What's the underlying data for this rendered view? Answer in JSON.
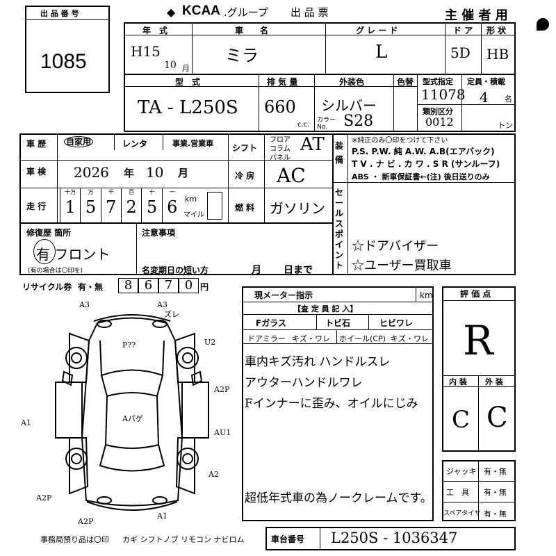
{
  "header": {
    "lot_label": "出 品 番 号",
    "lot_number": "1085",
    "org": "KCAA",
    "org_suffix": ".グループ",
    "form_title": "出 品 票",
    "copy_label": "主 催 者 用"
  },
  "row1": {
    "year_label": "年　式",
    "year_value": "H15",
    "year_month": "10",
    "month_unit": "月",
    "model_label": "車　　名",
    "model_value": "ミラ",
    "grade_label": "グ レ ー ド",
    "grade_value": "L",
    "door_label": "ド ア",
    "door_value": "5D",
    "body_label": "形 状",
    "body_value": "HB"
  },
  "row2": {
    "type_label": "型　式",
    "type_value": "TA - L250S",
    "disp_label": "排 気 量",
    "disp_value": "660",
    "disp_unit": "c.c.",
    "color_label": "外装色",
    "color_value": "シルバー",
    "color_no_label": "カラー No.",
    "color_no_value": "S28",
    "repaint_label": "色替",
    "type_designation_label": "型式指定",
    "type_designation_value": "11078",
    "class_label": "類別区分",
    "class_value": "0012",
    "capacity_label": "定員・積載",
    "capacity_value": "4",
    "capacity_unit": "名",
    "load_unit": "トン"
  },
  "history": {
    "label": "車 歴",
    "opt_private": "自家用",
    "opt_rental": "レンタ",
    "opt_business": "事業.営業車"
  },
  "shift": {
    "label": "シフト",
    "opts": [
      "フロア",
      "コラム",
      "パネル"
    ],
    "value": "AT"
  },
  "equipment": {
    "label": "装備",
    "note": "※純正のみ〇印をつけて下さい",
    "line1": "P.S. P.W. 純 A.W. A.B(エアバック)",
    "line2": "T V . ナ ビ . カ ワ . S R (サンルーフ)",
    "line3": "ABS ・ 新車保証書←(注) 後日送りのみ"
  },
  "inspection": {
    "label": "車 検",
    "year": "2026",
    "year_unit": "年",
    "month": "10",
    "month_unit": "月"
  },
  "cooling": {
    "label": "冷 房",
    "value": "AC"
  },
  "mileage": {
    "label": "走 行",
    "units": [
      "十万",
      "万",
      "千",
      "百",
      "十",
      "一"
    ],
    "digits": [
      "1",
      "5",
      "7",
      "2",
      "5",
      "6"
    ],
    "km": "km",
    "mile": "マイル"
  },
  "fuel": {
    "label": "燃 料",
    "value": "ガソリン"
  },
  "sales_points": {
    "label": "セールスポイント",
    "line1": "☆ドアバイザー",
    "line2": "☆ユーザー買取車"
  },
  "repair": {
    "label": "修復歴 箇所",
    "value": "有 フロント",
    "note": "(有の場合は〇印を)"
  },
  "notes": {
    "label": "注意事項",
    "deadline_label": "名変期日の短い方",
    "month_unit": "月",
    "day_unit": "日まで"
  },
  "recycle": {
    "label": "リサイクル券",
    "opts": "有・無",
    "digits": [
      "8",
      "6",
      "7",
      "0"
    ],
    "unit": "円"
  },
  "meter": {
    "label": "現メーター指示",
    "unit": "km"
  },
  "inspector": {
    "header": "【査 定 員 記 入】",
    "glass_label": "Fガラス",
    "glass_chip": "トビ石",
    "glass_crack": "ヒビワレ",
    "mirror_label": "ドアミラー",
    "mirror_val": "キズ・ワレ",
    "wheel_label": "ホイール(CP)",
    "wheel_val": "キズ・ワレ",
    "lines": [
      "車内キズ汚れ ハンドルスレ",
      "アウターハンドルワレ",
      "Fインナーに歪み、オイルにじみ",
      "",
      "超低年式車の為ノークレームです。"
    ]
  },
  "diagram": {
    "marks": [
      "A3",
      "A3",
      "ズレ",
      "U2",
      "P??",
      "A2P",
      "Aパゲ",
      "A1",
      "AU1",
      "A2",
      "A2P",
      "A2P",
      "A1"
    ]
  },
  "grade": {
    "label": "評 価 点",
    "overall": "R",
    "interior_label": "内 装",
    "exterior_label": "外 装",
    "interior": "C",
    "exterior": "C"
  },
  "accessories": {
    "items": [
      {
        "label": "ジャッキ",
        "value": "有・無"
      },
      {
        "label": "工　具",
        "value": "有・無"
      },
      {
        "label": "スペアタイヤ",
        "value": "有・無"
      }
    ]
  },
  "footer": {
    "items_note": "事務局預り品は〇印",
    "items": "カギ シフトノブ リモコン ナビロム",
    "chassis_label": "車台番号",
    "chassis_value": "L250S - 1036347"
  }
}
